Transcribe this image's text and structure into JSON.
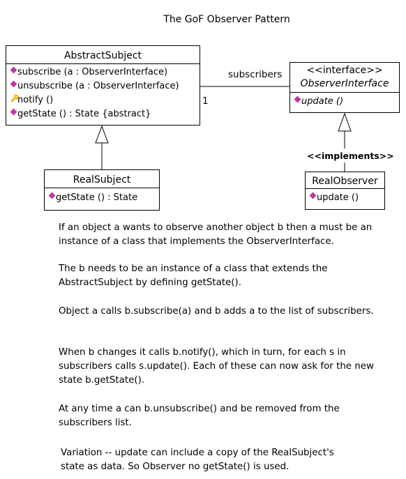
{
  "title": "The GoF Observer Pattern",
  "abstract_subject": {
    "name": "AbstractSubject",
    "operations": [
      "subscribe (a : ObserverInterface)",
      "unsubscribe (a : ObserverInterface)",
      "notify ()",
      "getState () : State {abstract}"
    ]
  },
  "observer_interface": {
    "stereotype": "<<interface>>",
    "name": "ObserverInterface",
    "operations": [
      "update ()"
    ]
  },
  "real_subject": {
    "name": "RealSubject",
    "operations": [
      "getState () : State"
    ]
  },
  "real_observer": {
    "name": "RealObserver",
    "operations": [
      "update ()"
    ]
  },
  "association": {
    "label": "subscribers",
    "multiplicity": "1"
  },
  "implements_label": "<<implements>>",
  "paragraphs": [
    "If an object a wants to observe another object b then a must be an instance of a class that implements the ObserverInterface.",
    "The b needs to be an instance of a class that extends the AbstractSubject by defining getState().",
    "Object a calls b.subscribe(a) and b adds a to the list of subscribers.",
    "When b changes it calls b.notify(), which in turn, for each s in subscribers calls s.update(). Each of these can now ask for the new state b.getState().",
    "At any time a can b.unsubscribe() and be removed from the subscribers list."
  ],
  "variation_note": "Variation -- update can include a copy of the RealSubject's state as data. So Observer no getState() is used.",
  "colors": {
    "operation_marker": "#c0399e",
    "key_marker": "#c8a000",
    "lines": "#000000"
  }
}
